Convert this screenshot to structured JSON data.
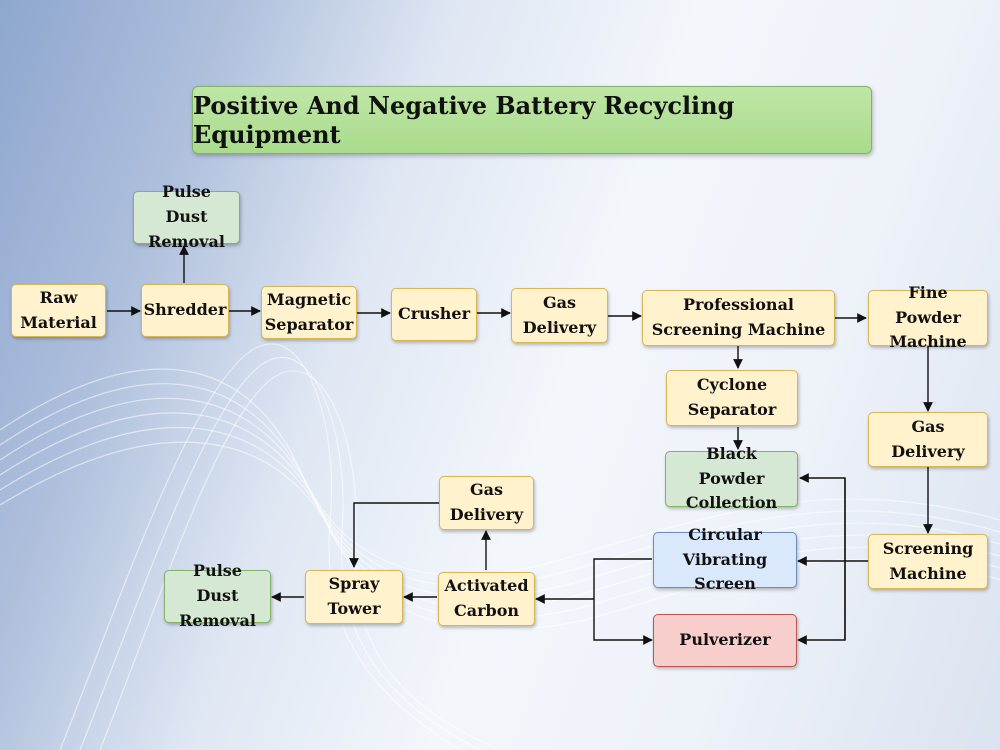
{
  "title": "Positive And Negative Battery Recycling Equipment",
  "nodes": {
    "pulse_dust_top": {
      "l1": "Pulse Dust",
      "l2": "Removal"
    },
    "raw_material": {
      "l1": "Raw",
      "l2": "Material"
    },
    "shredder": {
      "l1": "Shredder"
    },
    "magnetic_separator": {
      "l1": "Magnetic",
      "l2": "Separator"
    },
    "crusher": {
      "l1": "Crusher"
    },
    "gas_delivery_1": {
      "l1": "Gas",
      "l2": "Delivery"
    },
    "professional_screening": {
      "l1": "Professional",
      "l2": "Screening Machine"
    },
    "fine_powder": {
      "l1": "Fine Powder",
      "l2": "Machine"
    },
    "cyclone_separator": {
      "l1": "Cyclone",
      "l2": "Separator"
    },
    "gas_delivery_2": {
      "l1": "Gas",
      "l2": "Delivery"
    },
    "black_powder": {
      "l1": "Black Powder",
      "l2": "Collection"
    },
    "screening_machine": {
      "l1": "Screening",
      "l2": "Machine"
    },
    "circular_screen": {
      "l1": "Circular",
      "l2": "Vibrating Screen"
    },
    "pulverizer": {
      "l1": "Pulverizer"
    },
    "gas_delivery_3": {
      "l1": "Gas",
      "l2": "Delivery"
    },
    "activated_carbon": {
      "l1": "Activated",
      "l2": "Carbon"
    },
    "spray_tower": {
      "l1": "Spray",
      "l2": "Tower"
    },
    "pulse_dust_bottom": {
      "l1": "Pulse Dust",
      "l2": "Removal"
    }
  },
  "colors": {
    "process": "#fff2cc",
    "dust_and_collection": "#d5e8d4",
    "screen": "#dae8fc",
    "pulverizer": "#f8cecc",
    "title": "#a9db8c"
  }
}
